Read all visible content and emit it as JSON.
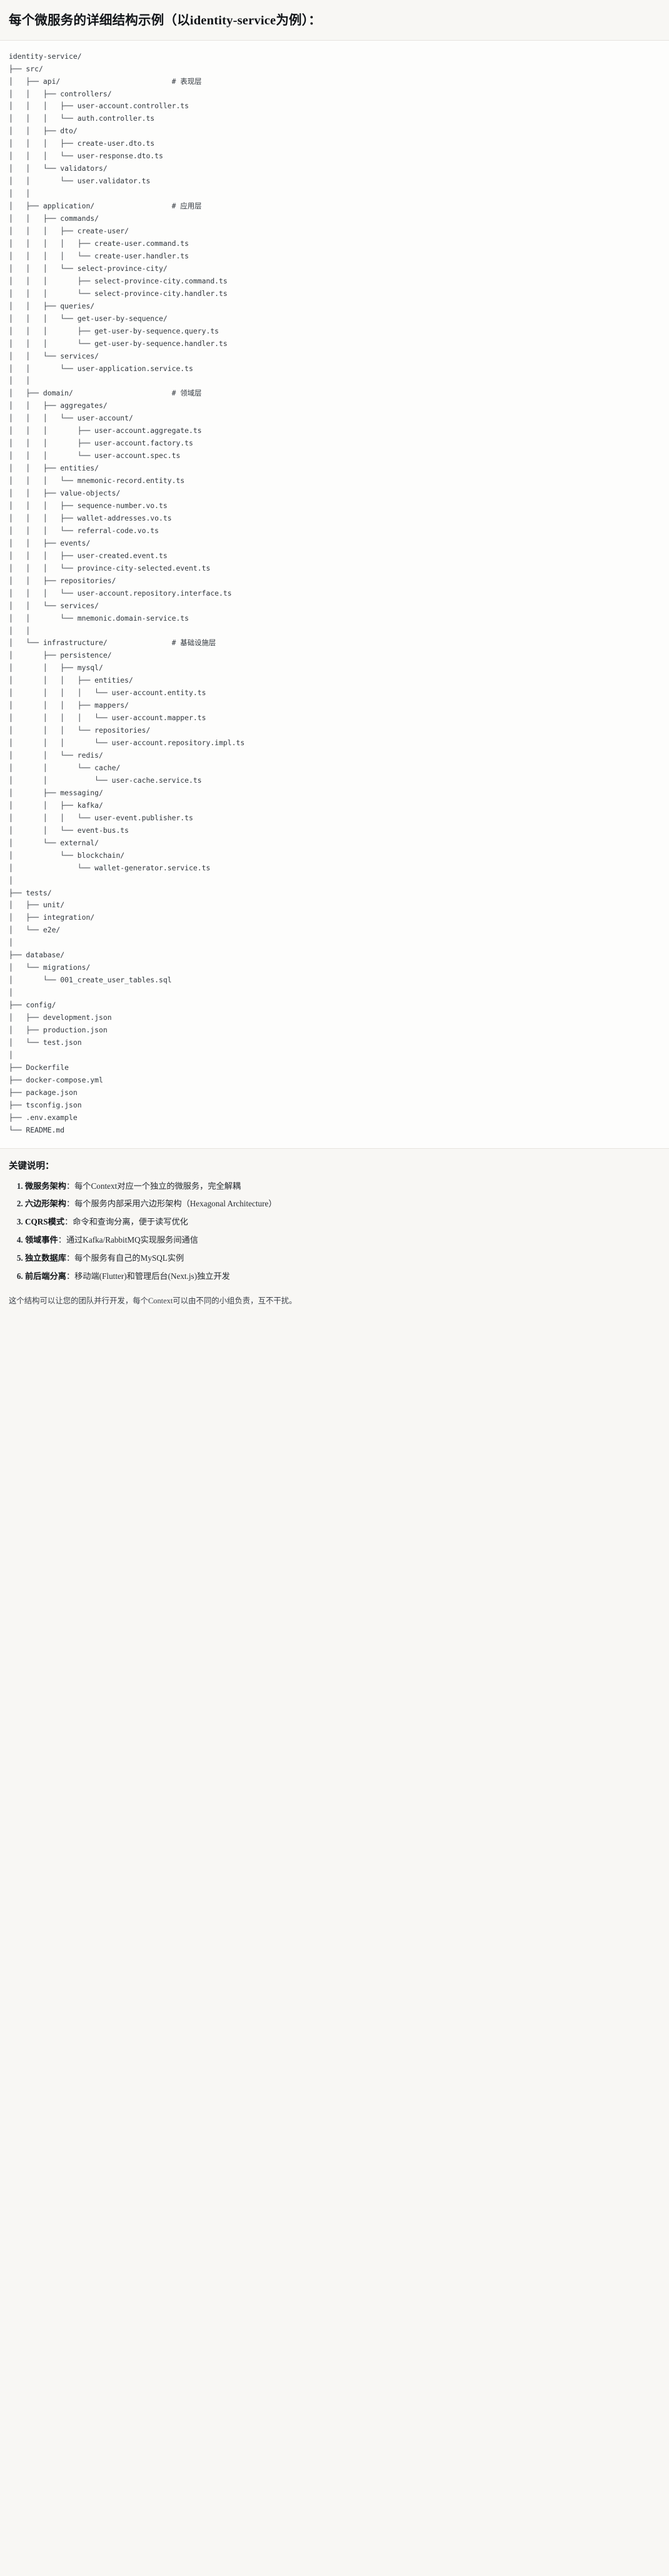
{
  "title": "每个微服务的详细结构示例（以identity-service为例）：",
  "tree": {
    "text": "identity-service/\n├── src/\n│   ├── api/                          # 表现层\n│   │   ├── controllers/\n│   │   │   ├── user-account.controller.ts\n│   │   │   └── auth.controller.ts\n│   │   ├── dto/\n│   │   │   ├── create-user.dto.ts\n│   │   │   └── user-response.dto.ts\n│   │   └── validators/\n│   │       └── user.validator.ts\n│   │\n│   ├── application/                  # 应用层\n│   │   ├── commands/\n│   │   │   ├── create-user/\n│   │   │   │   ├── create-user.command.ts\n│   │   │   │   └── create-user.handler.ts\n│   │   │   └── select-province-city/\n│   │   │       ├── select-province-city.command.ts\n│   │   │       └── select-province-city.handler.ts\n│   │   ├── queries/\n│   │   │   └── get-user-by-sequence/\n│   │   │       ├── get-user-by-sequence.query.ts\n│   │   │       └── get-user-by-sequence.handler.ts\n│   │   └── services/\n│   │       └── user-application.service.ts\n│   │\n│   ├── domain/                       # 领域层\n│   │   ├── aggregates/\n│   │   │   └── user-account/\n│   │   │       ├── user-account.aggregate.ts\n│   │   │       ├── user-account.factory.ts\n│   │   │       └── user-account.spec.ts\n│   │   ├── entities/\n│   │   │   └── mnemonic-record.entity.ts\n│   │   ├── value-objects/\n│   │   │   ├── sequence-number.vo.ts\n│   │   │   ├── wallet-addresses.vo.ts\n│   │   │   └── referral-code.vo.ts\n│   │   ├── events/\n│   │   │   ├── user-created.event.ts\n│   │   │   └── province-city-selected.event.ts\n│   │   ├── repositories/\n│   │   │   └── user-account.repository.interface.ts\n│   │   └── services/\n│   │       └── mnemonic.domain-service.ts\n│   │\n│   └── infrastructure/               # 基础设施层\n│       ├── persistence/\n│       │   ├── mysql/\n│       │   │   ├── entities/\n│       │   │   │   └── user-account.entity.ts\n│       │   │   ├── mappers/\n│       │   │   │   └── user-account.mapper.ts\n│       │   │   └── repositories/\n│       │   │       └── user-account.repository.impl.ts\n│       │   └── redis/\n│       │       └── cache/\n│       │           └── user-cache.service.ts\n│       ├── messaging/\n│       │   ├── kafka/\n│       │   │   └── user-event.publisher.ts\n│       │   └── event-bus.ts\n│       └── external/\n│           └── blockchain/\n│               └── wallet-generator.service.ts\n│\n├── tests/\n│   ├── unit/\n│   ├── integration/\n│   └── e2e/\n│\n├── database/\n│   └── migrations/\n│       └── 001_create_user_tables.sql\n│\n├── config/\n│   ├── development.json\n│   ├── production.json\n│   └── test.json\n│\n├── Dockerfile\n├── docker-compose.yml\n├── package.json\n├── tsconfig.json\n├── .env.example\n└── README.md"
  },
  "notes": {
    "heading": "关键说明：",
    "items": [
      {
        "term": "微服务架构",
        "sep": "：",
        "desc": "每个Context对应一个独立的微服务，完全解耦"
      },
      {
        "term": "六边形架构",
        "sep": "：",
        "desc": "每个服务内部采用六边形架构（Hexagonal Architecture）"
      },
      {
        "term": "CQRS模式",
        "sep": "：",
        "desc": "命令和查询分离，便于读写优化"
      },
      {
        "term": "领域事件",
        "sep": "：",
        "desc": "通过Kafka/RabbitMQ实现服务间通信"
      },
      {
        "term": "独立数据库",
        "sep": "：",
        "desc": "每个服务有自己的MySQL实例"
      },
      {
        "term": "前后端分离",
        "sep": "：",
        "desc": "移动端(Flutter)和管理后台(Next.js)独立开发"
      }
    ],
    "closing": "这个结构可以让您的团队并行开发，每个Context可以由不同的小组负责，互不干扰。"
  }
}
